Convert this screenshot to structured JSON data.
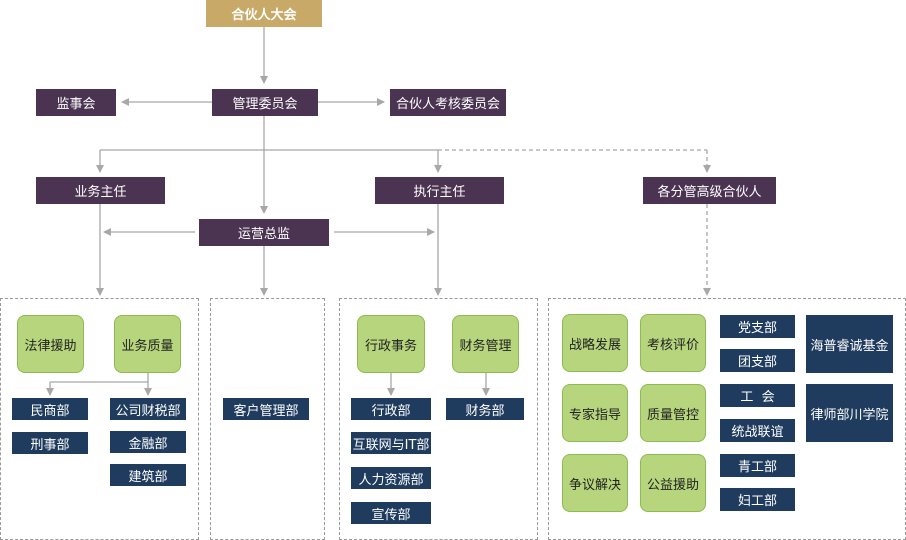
{
  "top": {
    "partners_assembly": "合伙人大会",
    "management_committee": "管理委员会",
    "supervisory_board": "监事会",
    "partner_review_committee": "合伙人考核委员会"
  },
  "middle": {
    "business_director": "业务主任",
    "executive_director": "执行主任",
    "senior_partners": "各分管高级合伙人",
    "operations_director": "运营总监"
  },
  "group1": {
    "legal_aid": "法律援助",
    "business_quality": "业务质量",
    "civil_commercial": "民商部",
    "criminal": "刑事部",
    "corporate_tax": "公司财税部",
    "finance": "金融部",
    "construction": "建筑部"
  },
  "group2": {
    "client_management": "客户管理部"
  },
  "group3": {
    "admin_affairs": "行政事务",
    "financial_management": "财务管理",
    "admin_dept": "行政部",
    "internet_it": "互联网与IT部",
    "hr": "人力资源部",
    "publicity": "宣传部",
    "finance_dept": "财务部"
  },
  "group4": {
    "strategy": "战略发展",
    "assessment": "考核评价",
    "expert_guidance": "专家指导",
    "quality_control": "质量管控",
    "dispute_resolution": "争议解决",
    "public_welfare": "公益援助",
    "party_branch": "党支部",
    "youth_league": "团支部",
    "labor_union": "工  会",
    "united_front": "统战联谊",
    "youth_work": "青工部",
    "women_work": "妇工部",
    "foundation": "海普睿诚基金",
    "academy": "律师部川学院"
  }
}
